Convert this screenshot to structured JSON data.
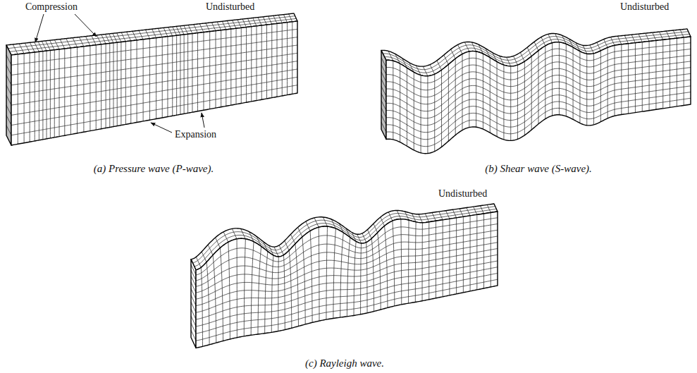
{
  "diagram": {
    "labels": [
      "Compression",
      "Undisturbed",
      "Expansion",
      "(a) Pressure wave (P-wave).",
      "Undisturbed",
      "(b) Shear wave (S-wave).",
      "Undisturbed",
      "(c) Rayleigh wave."
    ]
  }
}
